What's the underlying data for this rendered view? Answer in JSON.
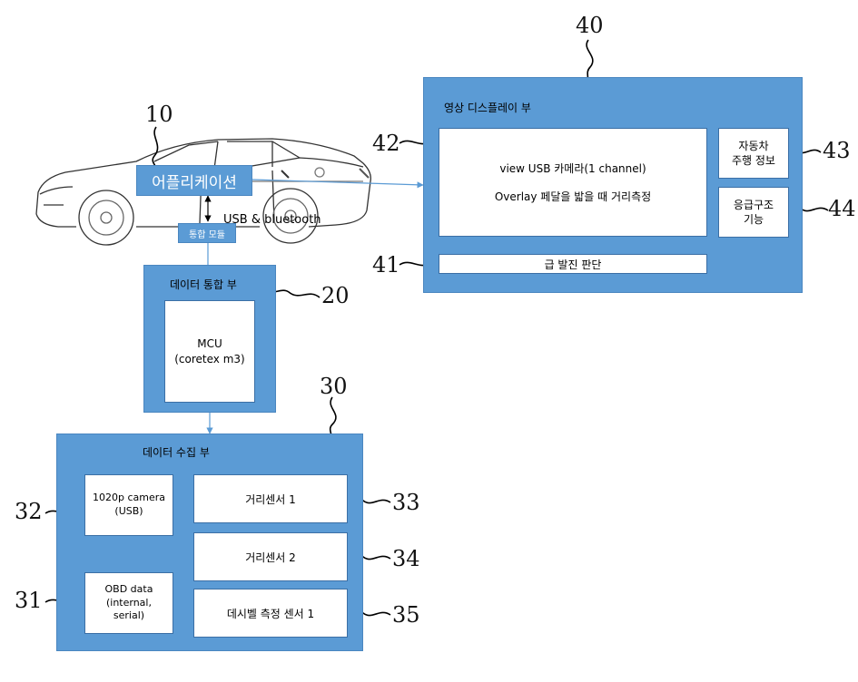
{
  "refs": {
    "r10": "10",
    "r20": "20",
    "r30": "30",
    "r31": "31",
    "r32": "32",
    "r33": "33",
    "r34": "34",
    "r35": "35",
    "r40": "40",
    "r41": "41",
    "r42": "42",
    "r43": "43",
    "r44": "44"
  },
  "car": {
    "app_label": "어플리케이션",
    "connection_label": "USB & bluetooth",
    "module_label": "통합 모듈"
  },
  "data_integration": {
    "title": "데이터 통합 부",
    "mcu": "MCU\n(coretex m3)"
  },
  "data_collection": {
    "title": "데이터 수집 부",
    "camera": "1020p camera\n(USB)",
    "obd": "OBD data\n(internal,\nserial)",
    "sensor1": "거리센서 1",
    "sensor2": "거리센서 2",
    "sensor3": "데시벨 측정 센서 1"
  },
  "display": {
    "title": "영상 디스플레이 부",
    "view_line1": "view USB 카메라(1 channel)",
    "view_line2": "Overlay 페달을 밟을 때 거리측정",
    "sudden_start": "급 발진 판단",
    "driving_info": "자동차\n주행 정보",
    "emergency": "응급구조\n기능"
  },
  "colors": {
    "block_blue": "#5b9bd5",
    "block_border": "#4a86c0",
    "connector": "#5b9bd5",
    "leader": "#000000"
  }
}
